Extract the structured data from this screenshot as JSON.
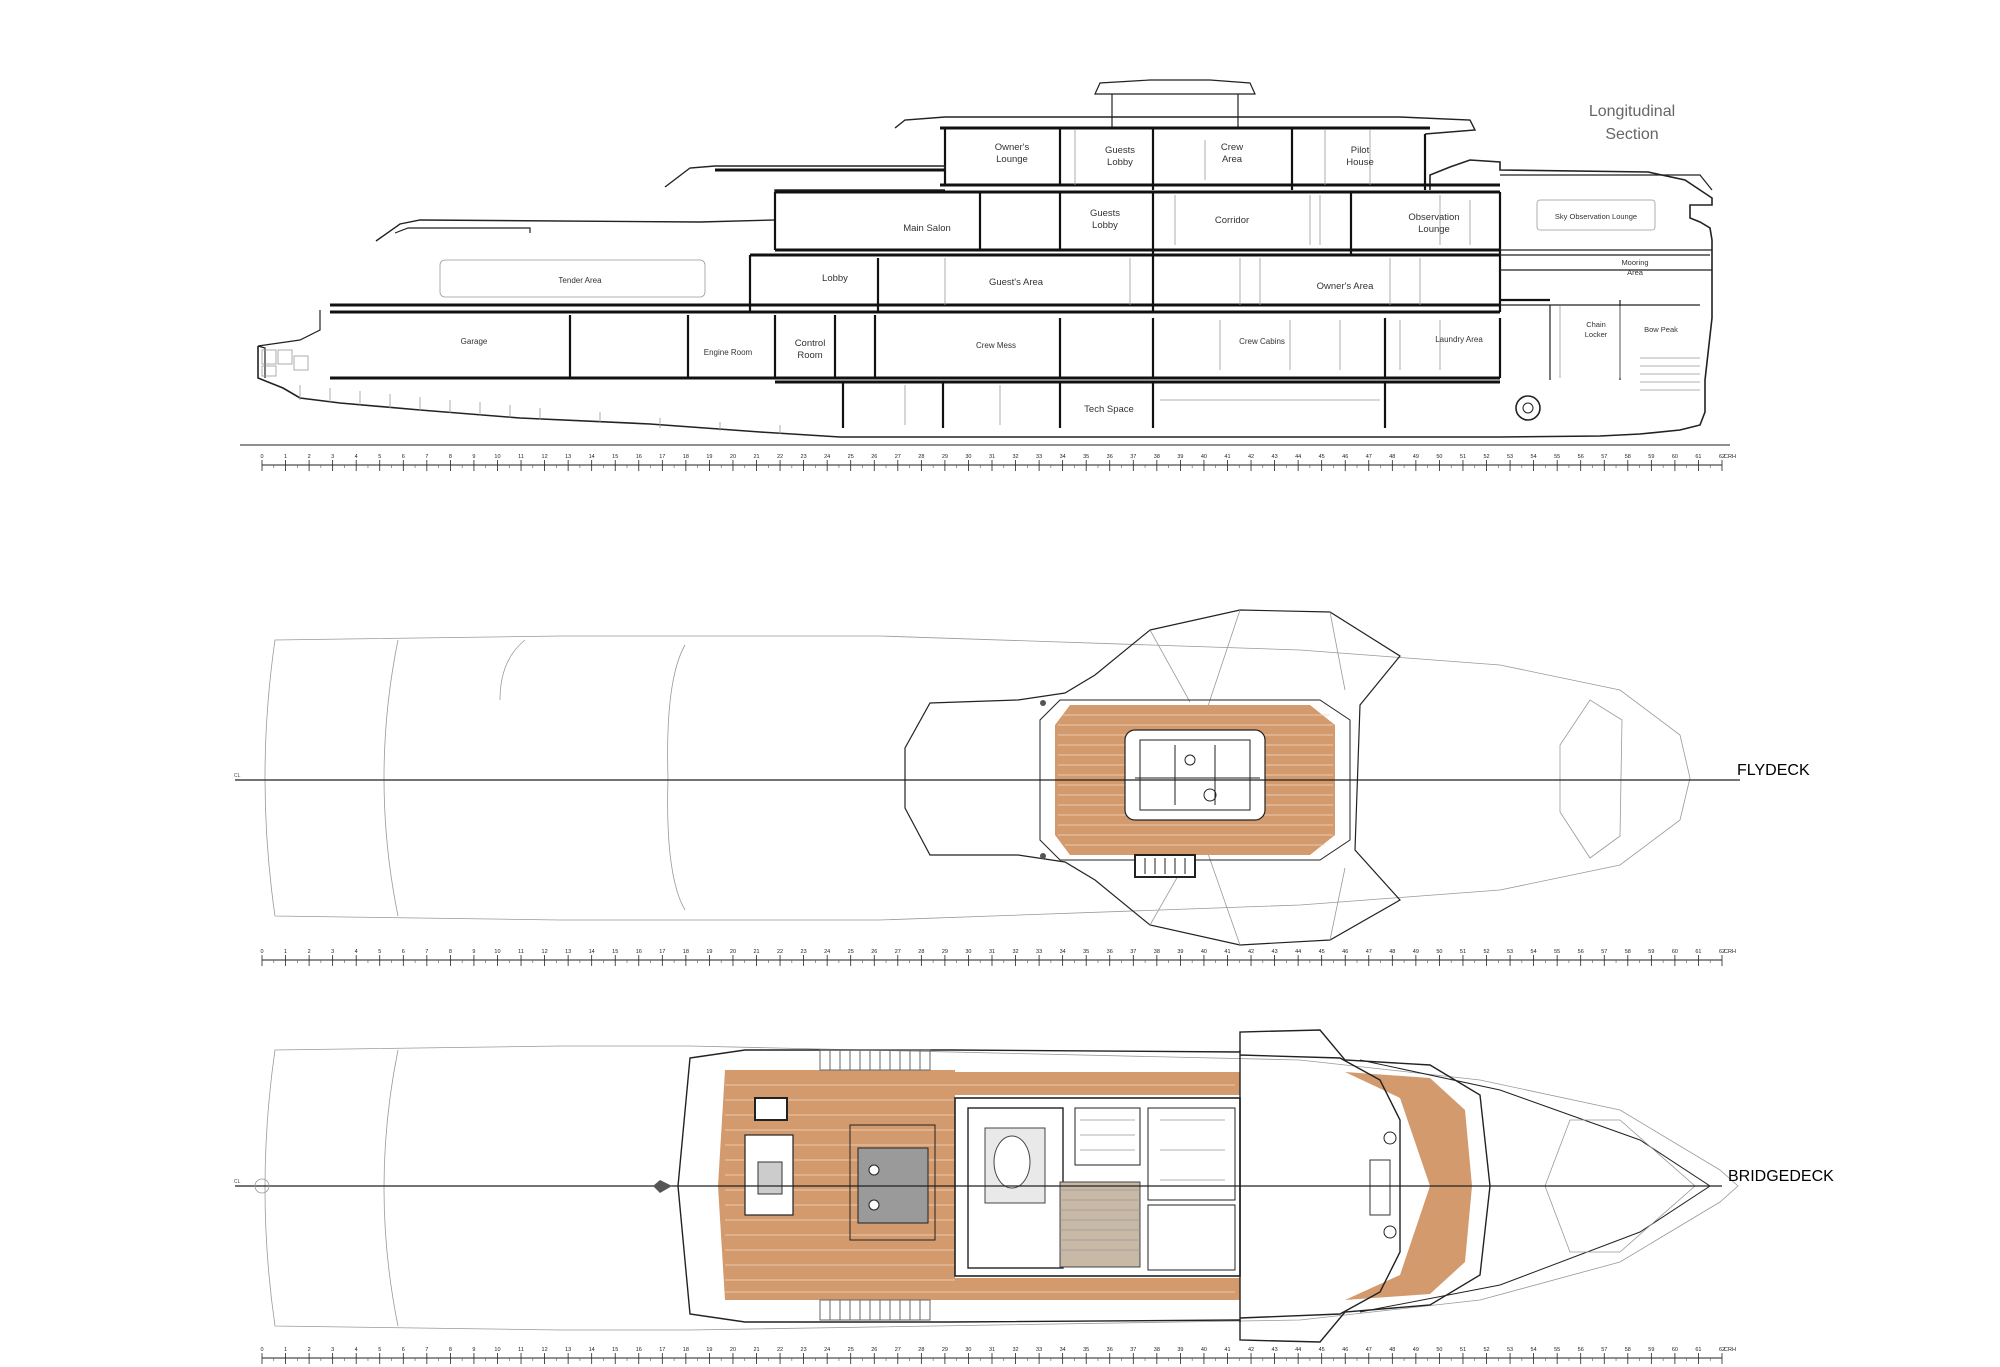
{
  "section_title_line1": "Longitudinal",
  "section_title_line2": "Section",
  "rooms": {
    "owners_lounge": [
      "Owner's",
      "Lounge"
    ],
    "guests_lobby_upper": [
      "Guests",
      "Lobby"
    ],
    "crew_area": [
      "Crew",
      "Area"
    ],
    "pilot_house": [
      "Pilot",
      "House"
    ],
    "main_salon": "Main Salon",
    "guests_lobby_main": [
      "Guests",
      "Lobby"
    ],
    "corridor": "Corridor",
    "observation_lounge": [
      "Observation",
      "Lounge"
    ],
    "sky_observation_lounge": "Sky Observation Lounge",
    "mooring_area": [
      "Mooring",
      "Area"
    ],
    "tender_area": "Tender Area",
    "lobby": "Lobby",
    "guests_area": "Guest's Area",
    "owners_area": "Owner's Area",
    "chain_locker": [
      "Chain",
      "Locker"
    ],
    "bow_peak": "Bow Peak",
    "garage": "Garage",
    "engine_room": "Engine Room",
    "control_room": [
      "Control",
      "Room"
    ],
    "crew_mess": "Crew Mess",
    "crew_cabins": "Crew Cabins",
    "laundry_area": "Laundry Area",
    "tech_space": "Tech Space"
  },
  "decks": {
    "flydeck": "FLYDECK",
    "bridgedeck": "BRIDGEDECK",
    "cl": "CL"
  },
  "ruler_end_label": "CRH",
  "colors": {
    "teak": "#d39a6e",
    "line": "#222222",
    "hull_faint": "#999999"
  }
}
